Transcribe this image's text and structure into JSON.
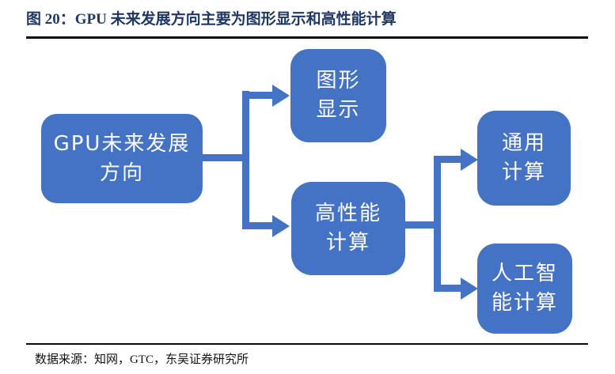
{
  "figure": {
    "title": "图 20：GPU 未来发展方向主要为图形显示和高性能计算"
  },
  "colors": {
    "node_fill": "#4472C4",
    "node_text": "#FFFFFF",
    "connector": "#4472C4",
    "title_color": "#1F3864",
    "rule_color": "#0A0A0A",
    "footer_text": "#111111"
  },
  "diagram": {
    "nodes": [
      {
        "id": "gpu-future-direction",
        "line1": "GPU未来发展",
        "line2": "方向"
      },
      {
        "id": "graphics-display",
        "line1": "图形",
        "line2": "显示"
      },
      {
        "id": "high-performance-computing",
        "line1": "高性能",
        "line2": "计算"
      },
      {
        "id": "general-computing",
        "line1": "通用",
        "line2": "计算"
      },
      {
        "id": "ai-computing",
        "line1": "人工智",
        "line2": "能计算"
      }
    ],
    "edges": [
      {
        "from": "gpu-future-direction",
        "to": "graphics-display"
      },
      {
        "from": "gpu-future-direction",
        "to": "high-performance-computing"
      },
      {
        "from": "high-performance-computing",
        "to": "general-computing"
      },
      {
        "from": "high-performance-computing",
        "to": "ai-computing"
      }
    ]
  },
  "footer": {
    "label": "数据来源：知网，GTC，东吴证券研究所"
  }
}
